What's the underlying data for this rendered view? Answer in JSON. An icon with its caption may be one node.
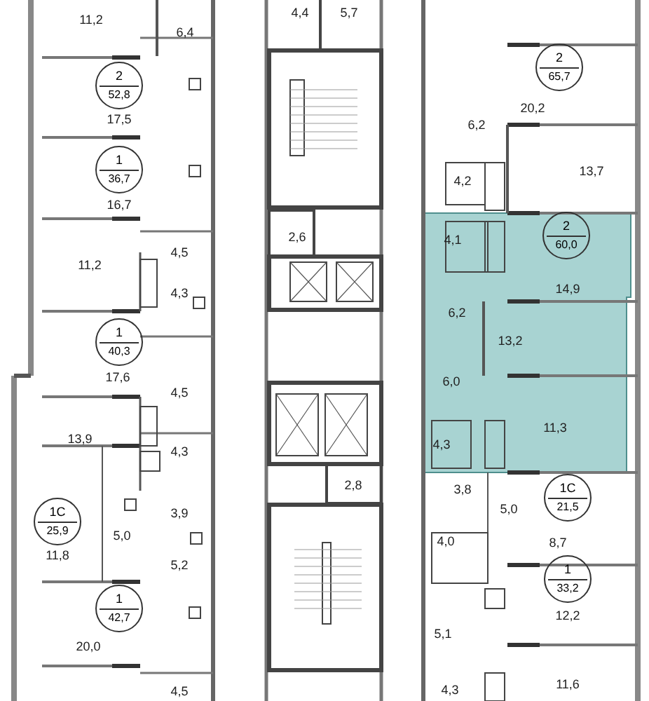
{
  "diagram": {
    "nodes": [
      {
        "text": [
          "2",
          "52,8"
        ]
      },
      {
        "text": [
          "1",
          "36,7"
        ]
      },
      {
        "text": [
          "1",
          "40,3"
        ]
      },
      {
        "text": [
          "1С",
          "25,9"
        ]
      },
      {
        "text": [
          "1",
          "42,7"
        ]
      },
      {
        "text": [
          "2",
          "65,7"
        ]
      },
      {
        "text": [
          "2",
          "60,0"
        ]
      },
      {
        "text": [
          "1С",
          "21,5"
        ]
      },
      {
        "text": [
          "1",
          "33,2"
        ]
      }
    ],
    "labels": [
      "11,2",
      "6,4",
      "17,5",
      "16,7",
      "4,5",
      "11,2",
      "4,3",
      "17,6",
      "4,5",
      "13,9",
      "4,3",
      "3,9",
      "5,0",
      "11,8",
      "5,2",
      "20,0",
      "4,5",
      "4,4",
      "5,7",
      "2,6",
      "2,8",
      "20,2",
      "6,2",
      "13,7",
      "4,2",
      "4,1",
      "14,9",
      "6,2",
      "13,2",
      "6,0",
      "11,3",
      "4,3",
      "3,8",
      "5,0",
      "4,0",
      "8,7",
      "12,2",
      "5,1",
      "11,6",
      "4,3"
    ]
  }
}
